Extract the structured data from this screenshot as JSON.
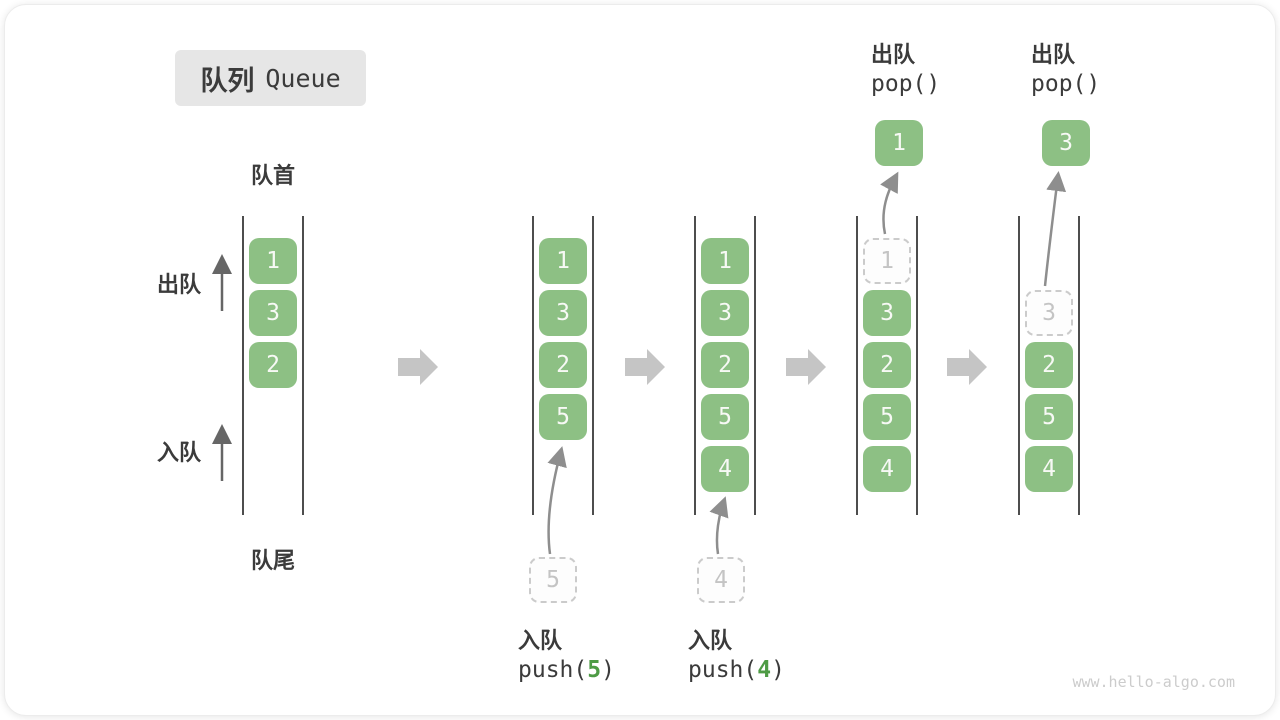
{
  "title": {
    "zh": "队列",
    "en": "Queue"
  },
  "labels": {
    "front": "队首",
    "rear": "队尾",
    "dequeue": "出队",
    "enqueue": "入队"
  },
  "colors": {
    "box_green": "#8dc084",
    "code_arg_green": "#4e9b45",
    "block_arrow_gray": "#c5c5c5",
    "flow_arrow_gray": "#8e8e8e",
    "text_dark": "#3b3b3b",
    "ghost_gray": "#c4c4c4",
    "title_bg": "#e6e6e6"
  },
  "states": [
    {
      "items": [
        "1",
        "3",
        "2"
      ]
    },
    {
      "items": [
        "1",
        "3",
        "2",
        "5"
      ],
      "incoming": "5",
      "op": {
        "label": "入队",
        "pre": "push(",
        "arg": "5",
        "post": ")"
      }
    },
    {
      "items": [
        "1",
        "3",
        "2",
        "5",
        "4"
      ],
      "incoming": "4",
      "op": {
        "label": "入队",
        "pre": "push(",
        "arg": "4",
        "post": ")"
      }
    },
    {
      "items": [
        "3",
        "2",
        "5",
        "4"
      ],
      "ghost": "1",
      "popped": "1",
      "op": {
        "label": "出队",
        "code": "pop()"
      }
    },
    {
      "items": [
        "2",
        "5",
        "4"
      ],
      "ghost": "3",
      "popped": "3",
      "op": {
        "label": "出队",
        "code": "pop()"
      }
    }
  ],
  "watermark": "www.hello-algo.com"
}
